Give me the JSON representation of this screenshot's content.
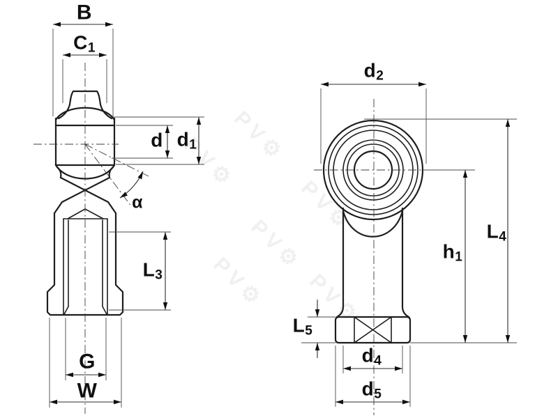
{
  "drawing": {
    "kind": "engineering dimension drawing",
    "subject": "rod end bearing with female thread, two orthographic views",
    "views": {
      "left": "side view",
      "right": "front view"
    }
  },
  "labels": {
    "B": {
      "text": "B",
      "sub": ""
    },
    "C1": {
      "text": "C",
      "sub": "1"
    },
    "d": {
      "text": "d",
      "sub": ""
    },
    "d1": {
      "text": "d",
      "sub": "1"
    },
    "alpha": {
      "text": "α",
      "sub": ""
    },
    "L3": {
      "text": "L",
      "sub": "3"
    },
    "G": {
      "text": "G",
      "sub": ""
    },
    "W": {
      "text": "W",
      "sub": ""
    },
    "d2": {
      "text": "d",
      "sub": "2"
    },
    "L4": {
      "text": "L",
      "sub": "4"
    },
    "h1": {
      "text": "h",
      "sub": "1"
    },
    "L5": {
      "text": "L",
      "sub": "5"
    },
    "d4": {
      "text": "d",
      "sub": "4"
    },
    "d5": {
      "text": "d",
      "sub": "5"
    }
  },
  "watermark": {
    "text": "PV⚙"
  },
  "colors": {
    "outline": "#1d1d1d",
    "dimension": "#2b2b2b",
    "background": "#ffffff"
  }
}
